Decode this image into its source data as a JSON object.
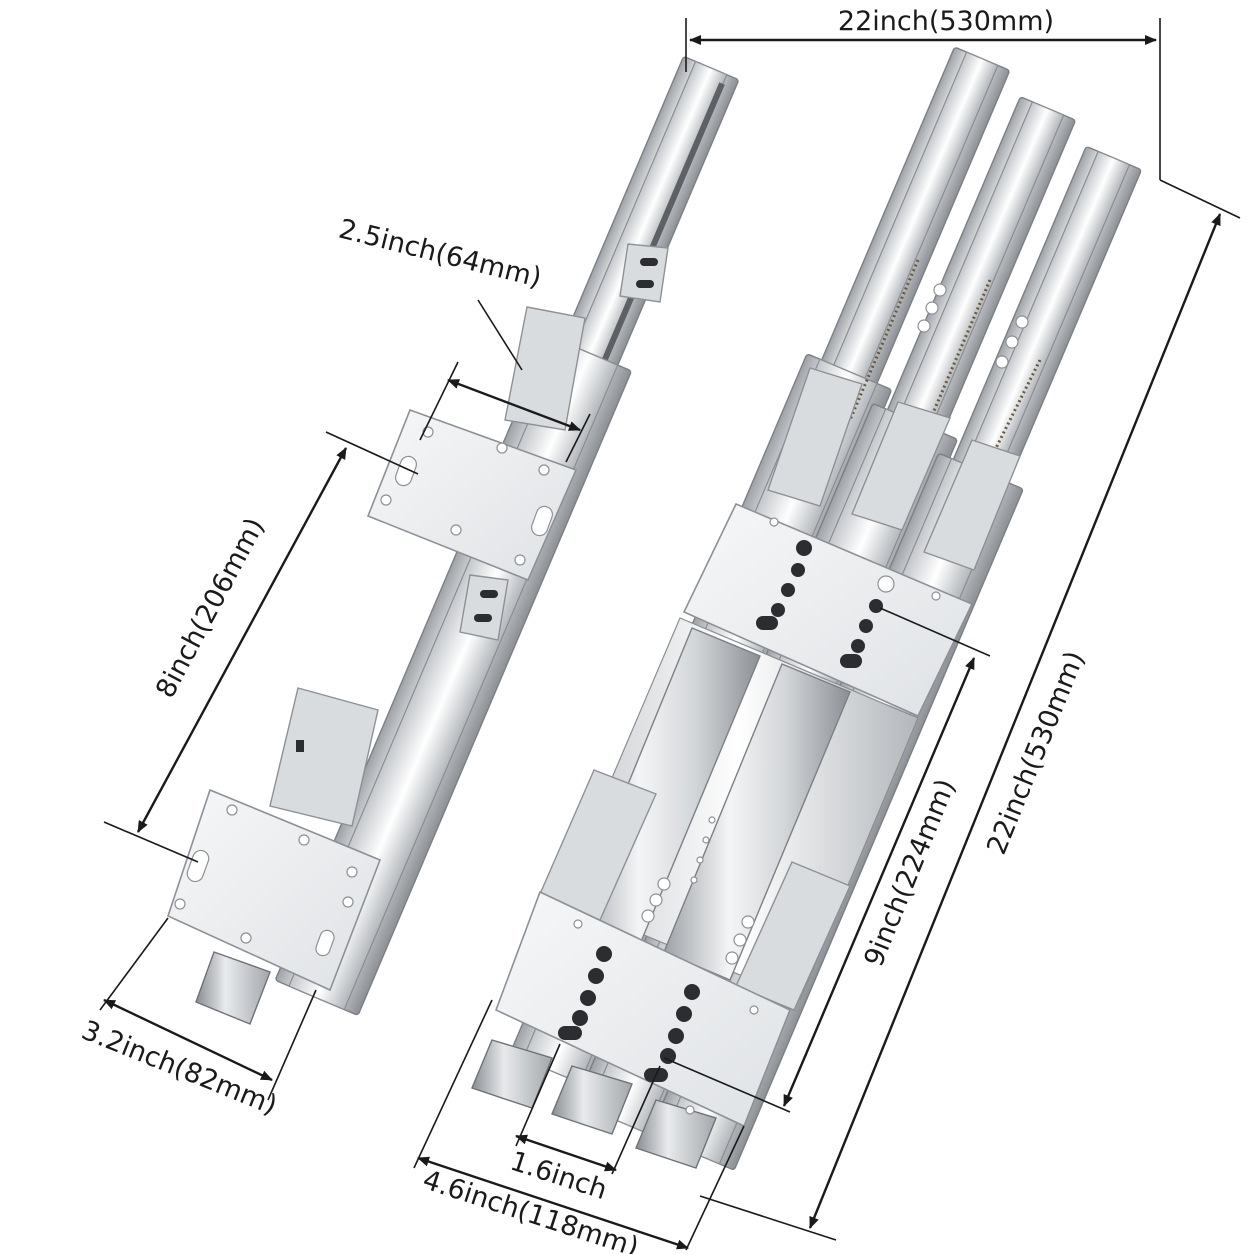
{
  "dimensions": {
    "overall_width": "22inch(530mm)",
    "overall_length": "22inch(530mm)",
    "rail_width": "2.5inch(64mm)",
    "bracket_spacing_short": "8inch(206mm)",
    "bracket_spacing_long": "9inch(224mm)",
    "bracket_width": "3.2inch(82mm)",
    "hole_spacing": "1.6inch",
    "plate_width": "4.6inch(118mm)"
  },
  "colors": {
    "background": "#ffffff",
    "steel_light": "#eef0f2",
    "steel_dark": "#8a8e93",
    "dimension_line": "#1a1a1a"
  },
  "icons": {
    "arrowhead": "arrowhead-icon"
  }
}
